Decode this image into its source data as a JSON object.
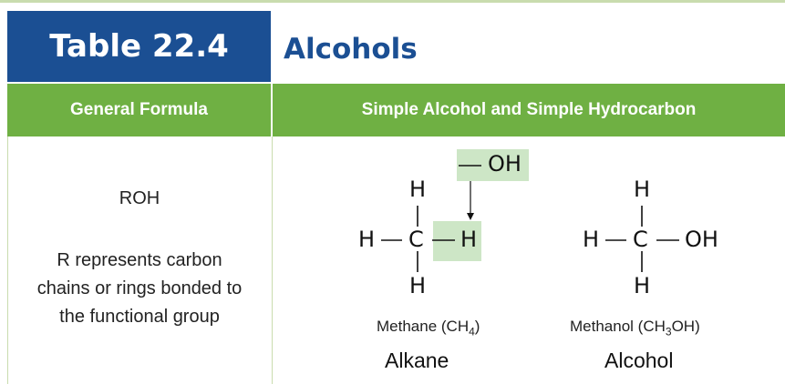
{
  "table": {
    "number_label": "Table 22.4",
    "title": "Alcohols",
    "col1_header": "General Formula",
    "col2_header": "Simple Alcohol and Simple Hydrocarbon"
  },
  "general_formula": {
    "formula": "ROH",
    "description_line1": "R represents carbon",
    "description_line2": "chains or rings bonded to",
    "description_line3": "the functional group"
  },
  "methane": {
    "substituent": "— OH",
    "atom_h_top": "H",
    "atom_h_left": "H",
    "atom_c": "C",
    "atom_h_right": "H",
    "atom_h_bottom": "H",
    "name_prefix": "Methane (CH",
    "name_sub": "4",
    "name_suffix": ")",
    "class": "Alkane"
  },
  "methanol": {
    "atom_h_top": "H",
    "atom_h_left": "H",
    "atom_c": "C",
    "atom_oh": "OH",
    "atom_h_bottom": "H",
    "name_prefix": "Methanol (CH",
    "name_sub": "3",
    "name_suffix": "OH)",
    "class": "Alcohol"
  },
  "colors": {
    "title_bg": "#1b4f93",
    "header_bg": "#6fb043",
    "highlight": "#cde6c6"
  }
}
